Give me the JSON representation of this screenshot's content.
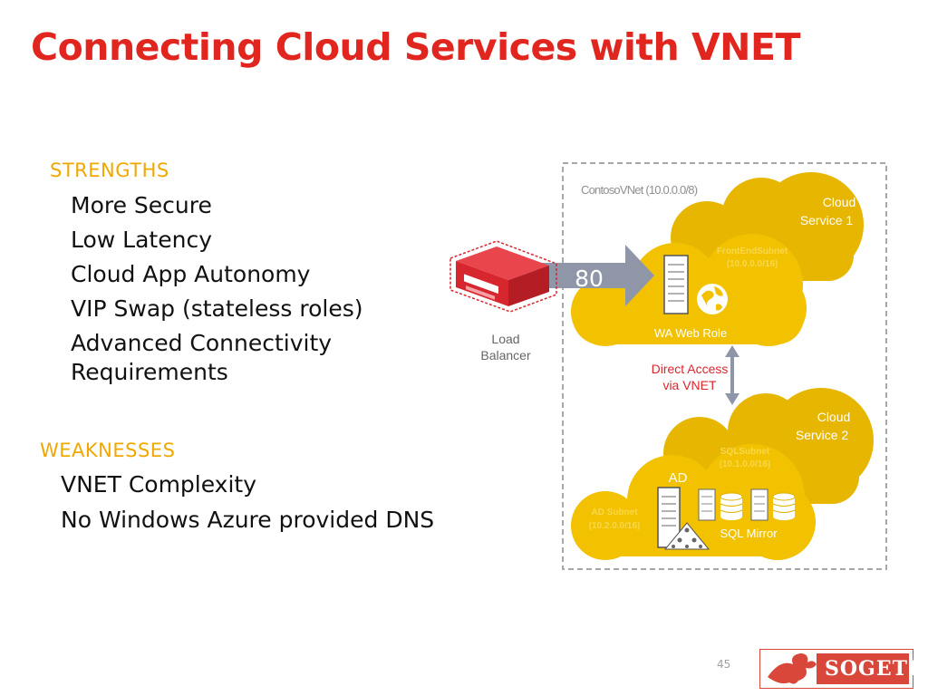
{
  "title": "Connecting Cloud Services with VNET",
  "strengths": {
    "heading": "STRENGTHS",
    "items": [
      "More Secure",
      "Low Latency",
      "Cloud App Autonomy",
      "VIP Swap (stateless roles)",
      "Advanced Connectivity",
      "Requirements"
    ]
  },
  "weaknesses": {
    "heading": "WEAKNESSES",
    "items": [
      "VNET Complexity",
      "No Windows Azure provided DNS"
    ]
  },
  "diagram": {
    "vnet_label": "ContosoVNet (10.0.0.0/8)",
    "cloud1_label_1": "Cloud",
    "cloud1_label_2": "Service 1",
    "frontend_subnet": "FrontEndSubnet",
    "frontend_cidr": "(10.0.0.0/16)",
    "web_role": "WA Web Role",
    "port": "80",
    "lb_label_1": "Load",
    "lb_label_2": "Balancer",
    "direct_access_1": "Direct Access",
    "direct_access_2": "via VNET",
    "cloud2_label_1": "Cloud",
    "cloud2_label_2": "Service 2",
    "sql_subnet": "SQLSubnet",
    "sql_cidr": "(10.1.0.0/16)",
    "ad_label": "AD",
    "ad_subnet": "AD Subnet",
    "ad_cidr": "(10.2.0.0/16)",
    "sql_mirror": "SQL Mirror"
  },
  "footer": {
    "page_number": "45",
    "logo_text": "SOGETI"
  },
  "colors": {
    "title": "#e0261f",
    "heading": "#f0a800",
    "cloud": "#f2c100",
    "cloud_dark": "#e3b400",
    "arrow": "#8e96a8",
    "load_balancer": "#d8262e",
    "link_text": "#d8262e"
  },
  "icons": [
    "load-balancer-icon",
    "server-icon",
    "globe-icon",
    "database-icon",
    "ad-tree-icon",
    "sogeti-logo-icon"
  ]
}
